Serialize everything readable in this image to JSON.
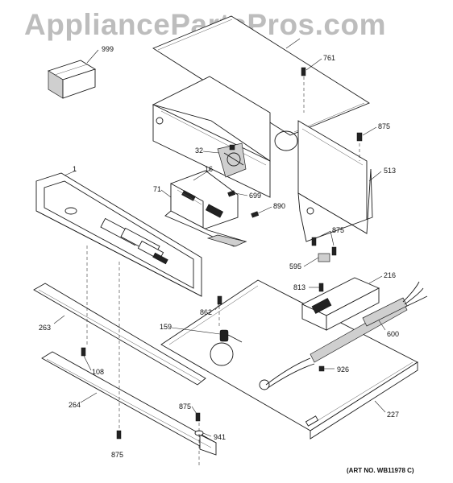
{
  "watermark": "AppliancePartsPros.com",
  "art_number": "(ART NO. WB11978 C)",
  "callouts": {
    "c999": "999",
    "c761": "761",
    "c875_top": "875",
    "c513": "513",
    "c32": "32",
    "c16": "16",
    "c1": "1",
    "c71": "71",
    "c699": "699",
    "c890": "890",
    "c875_mid": "875",
    "c595": "595",
    "c813": "813",
    "c216": "216",
    "c862": "862",
    "c263": "263",
    "c159": "159",
    "c600": "600",
    "c108": "108",
    "c926": "926",
    "c264": "264",
    "c227": "227",
    "c875_low": "875",
    "c941": "941",
    "c875_bottom": "875"
  }
}
